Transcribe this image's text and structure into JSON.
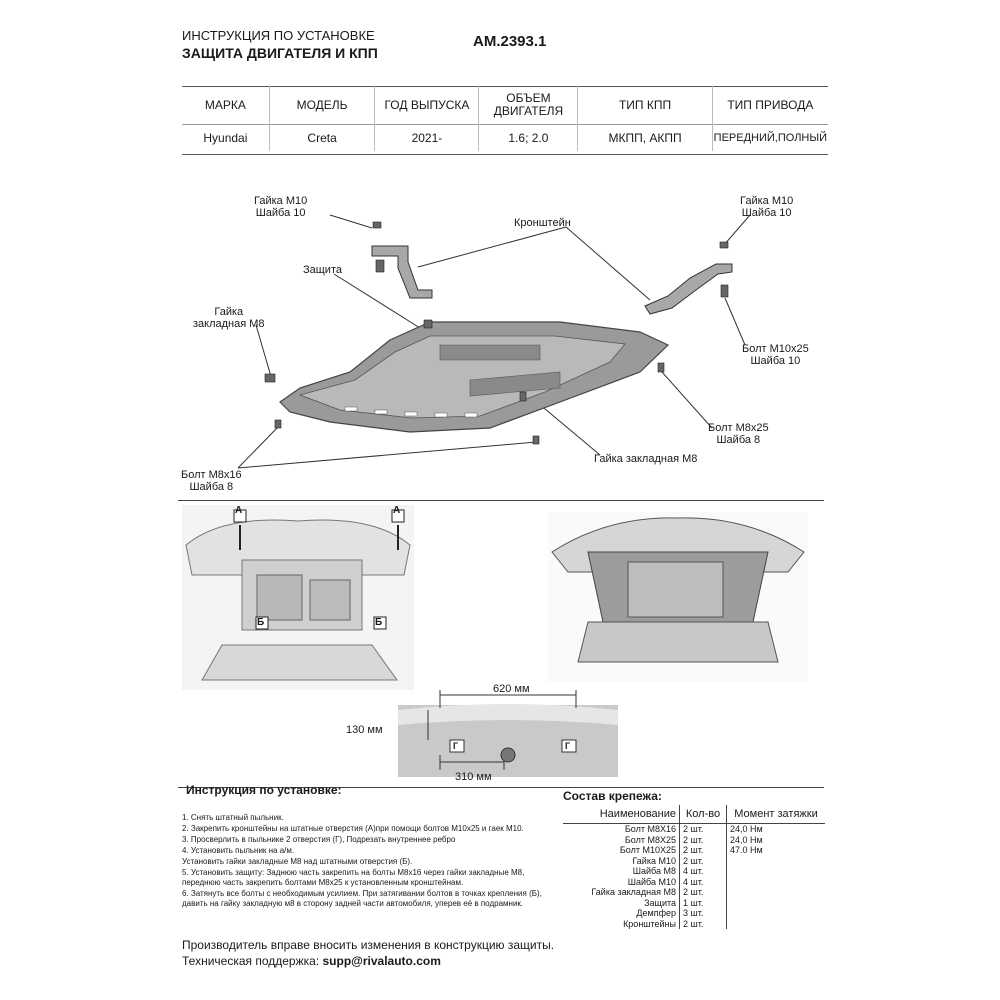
{
  "header": {
    "line1": "ИНСТРУКЦИЯ ПО УСТАНОВКЕ",
    "line2": "ЗАЩИТА ДВИГАТЕЛЯ И КПП",
    "code": "AM.2393.1"
  },
  "spec_table": {
    "headers": [
      "МАРКА",
      "МОДЕЛЬ",
      "ГОД ВЫПУСКА",
      "ОБЪЕМ ДВИГАТЕЛЯ",
      "ТИП КПП",
      "ТИП ПРИВОДА"
    ],
    "row": [
      "Hyundai",
      "Creta",
      "2021-",
      "1.6; 2.0",
      "МКПП, АКПП",
      "ПЕРЕДНИЙ,ПОЛНЫЙ"
    ]
  },
  "callouts": {
    "nut_left": "Гайка М10",
    "washer_left": "Шайба 10",
    "bracket": "Кронштейн",
    "nut_right": "Гайка М10",
    "washer_right": "Шайба 10",
    "guard": "Защита",
    "cage_nut_left_1": "Гайка",
    "cage_nut_left_2": "закладная М8",
    "bolt_m10x25": "Болт М10х25",
    "washer_10_b": "Шайба 10",
    "bolt_m8x25": "Болт М8х25",
    "washer_8_b": "Шайба 8",
    "cage_nut_bottom": "Гайка закладная М8",
    "bolt_m8x16": "Болт М8х16",
    "washer_8": "Шайба 8"
  },
  "markers": {
    "a": "А",
    "b": "Б",
    "g": "Г"
  },
  "dimensions": {
    "width_620": "620 мм",
    "height_130": "130  мм",
    "width_310": "310 мм"
  },
  "instructions": {
    "title": "Инструкция по установке:",
    "steps": [
      "1. Снять штатный пыльник.",
      "2. Закрепить кронштейны на штатные отверстия (А)при помощи болтов М10х25 и гаек М10.",
      "3. Просверлить в пыльнике 2 отверстия (Г), Подрезать внутреннее ребро",
      "4. Установить пыльник на а/м.",
      "Установить гайки закладные М8 над штатными отверстия (Б).",
      "5. Установить защиту: Заднюю часть закрепить на болты М8х16 через гайки закладные М8, переднюю часть закрепить болтами М8х25 к установленным кронштейнам.",
      "6. Затянуть все болты с необходимым усилием. При затягивании болтов в точках крепления (Б), давить на гайку закладную м8 в сторону задней части автомобиля, уперев её в подрамник."
    ]
  },
  "fasteners": {
    "title": "Состав крепежа:",
    "headers": [
      "Наименование",
      "Кол-во",
      "Момент затяжки"
    ],
    "rows": [
      [
        "Болт М8Х16",
        "2 шт.",
        "24,0 Нм"
      ],
      [
        "Болт М8Х25",
        "2 шт.",
        "24,0 Нм"
      ],
      [
        "Болт М10Х25",
        "2 шт.",
        "47.0 Нм"
      ],
      [
        "Гайка М10",
        "2 шт.",
        ""
      ],
      [
        "Шайба М8",
        "4 шт.",
        ""
      ],
      [
        "Шайба М10",
        "4 шт.",
        ""
      ],
      [
        "Гайка закладная М8",
        "2 шт.",
        ""
      ],
      [
        "Защита",
        "1 шт.",
        ""
      ],
      [
        "Демпфер",
        "3 шт.",
        ""
      ],
      [
        "Кронштейны",
        "2 шт.",
        ""
      ]
    ]
  },
  "footer": {
    "line1": "Производитель вправе вносить изменения в конструкцию защиты.",
    "support_label": "Техническая поддержка:",
    "support_email": "supp@rivalauto.com"
  }
}
